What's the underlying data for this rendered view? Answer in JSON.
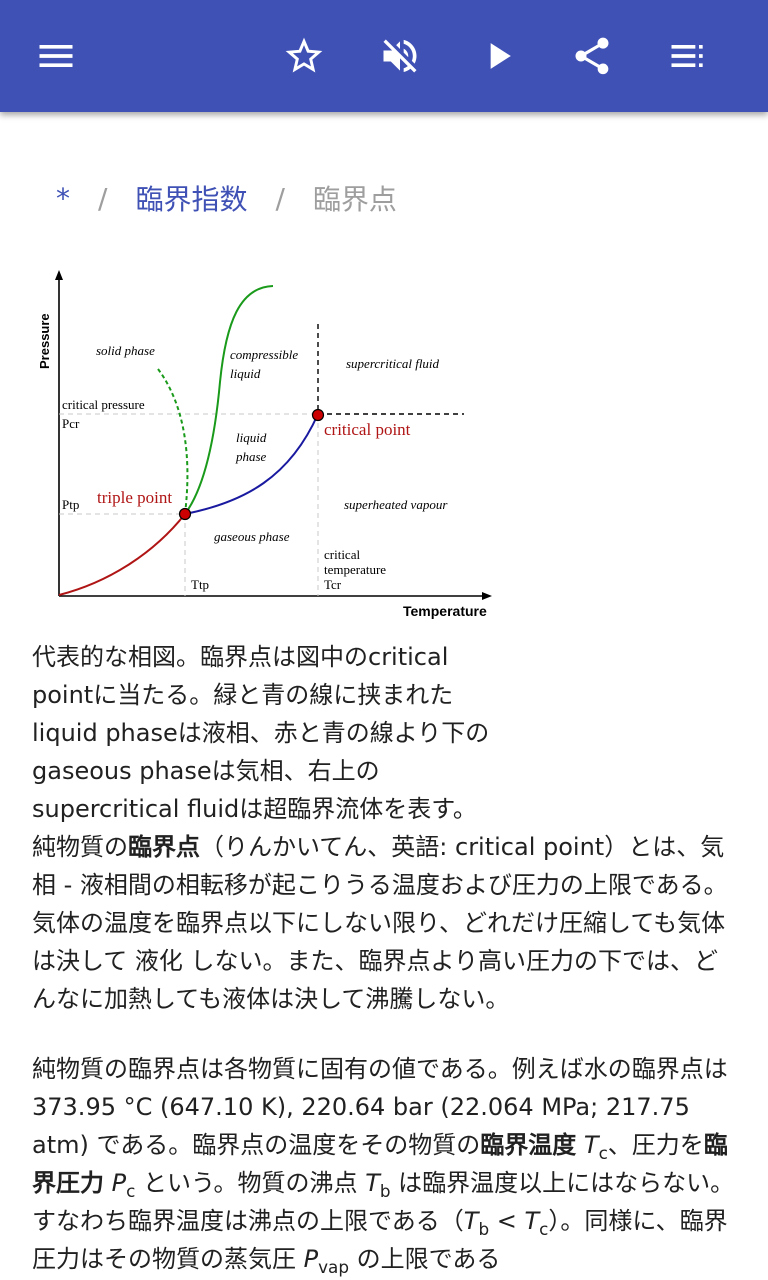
{
  "toolbar": {
    "icons": [
      "menu-icon",
      "star-icon",
      "volume-off-icon",
      "play-icon",
      "share-icon",
      "playlist-icon"
    ]
  },
  "breadcrumb": {
    "root": "*",
    "separator": "/",
    "parent": "臨界指数",
    "current": "臨界点"
  },
  "figure": {
    "ylabel": "Pressure",
    "xlabel": "Temperature",
    "solid_phase": "solid phase",
    "compressible_1": "compressible",
    "compressible_2": "liquid",
    "supercritical_fluid": "supercritical fluid",
    "critical_pressure": "critical pressure",
    "pcr": "Pcr",
    "liquid_1": "liquid",
    "liquid_2": "phase",
    "critical_point": "critical point",
    "ptp": "Ptp",
    "triple_point": "triple point",
    "superheated_vapour": "superheated vapour",
    "gaseous_phase": "gaseous phase",
    "crit_temp_1": "critical",
    "crit_temp_2": "temperature",
    "tcr": "Tcr",
    "ttp": "Ttp",
    "colors": {
      "solid_liquid_line": "#1a9a1a",
      "liquid_gas_line": "#1a1aa0",
      "solid_gas_line": "#b01515",
      "point_fill": "#cc0000",
      "label_red": "#b01515"
    }
  },
  "caption": {
    "l1": "代表的な相図。臨界点は図中のcritical",
    "l2": "pointに当たる。緑と青の線に挟まれた",
    "l3": "liquid phaseは液相、赤と青の線より下の",
    "l4": "gaseous phaseは気相、右上の",
    "l5": "supercritical fluidは超臨界流体を表す。"
  },
  "para1": {
    "a": "純物質の",
    "bold": "臨界点",
    "b": "（りんかいてん、英語: critical point）とは、気相 - 液相間の相転移が起こりうる温度および圧力の上限である。気体の温度を臨界点以下にしない限り、どれだけ圧縮しても気体は決して 液化 しない。また、臨界点より高い圧力の下では、どんなに加熱しても液体は決して沸騰しない。"
  },
  "para2": {
    "a": "純物質の臨界点は各物質に固有の値である。例えば水の臨界点は 373.95 °C (647.10 K), 220.64 bar (22.064 MPa; 217.75 atm) である。臨界点の温度をその物質の",
    "bold1": "臨界温度",
    "tc_T": "T",
    "tc_sub": "c",
    "b": "、圧力を",
    "bold2": "臨界圧力",
    "pc_P": "P",
    "pc_sub": "c",
    "c": " という。物質の沸点 ",
    "tb_T": "T",
    "tb_sub": "b",
    "d": " は臨界温度以上にはならない。すなわち臨界温度は沸点の上限である（",
    "tb2_T": "T",
    "tb2_sub": "b",
    "lt": " < ",
    "tc2_T": "T",
    "tc2_sub": "c",
    "e": "）。同様に、臨界圧力はその物質の蒸気圧 ",
    "pvap_P": "P",
    "pvap_sub": "vap",
    "f": " の上限である"
  }
}
